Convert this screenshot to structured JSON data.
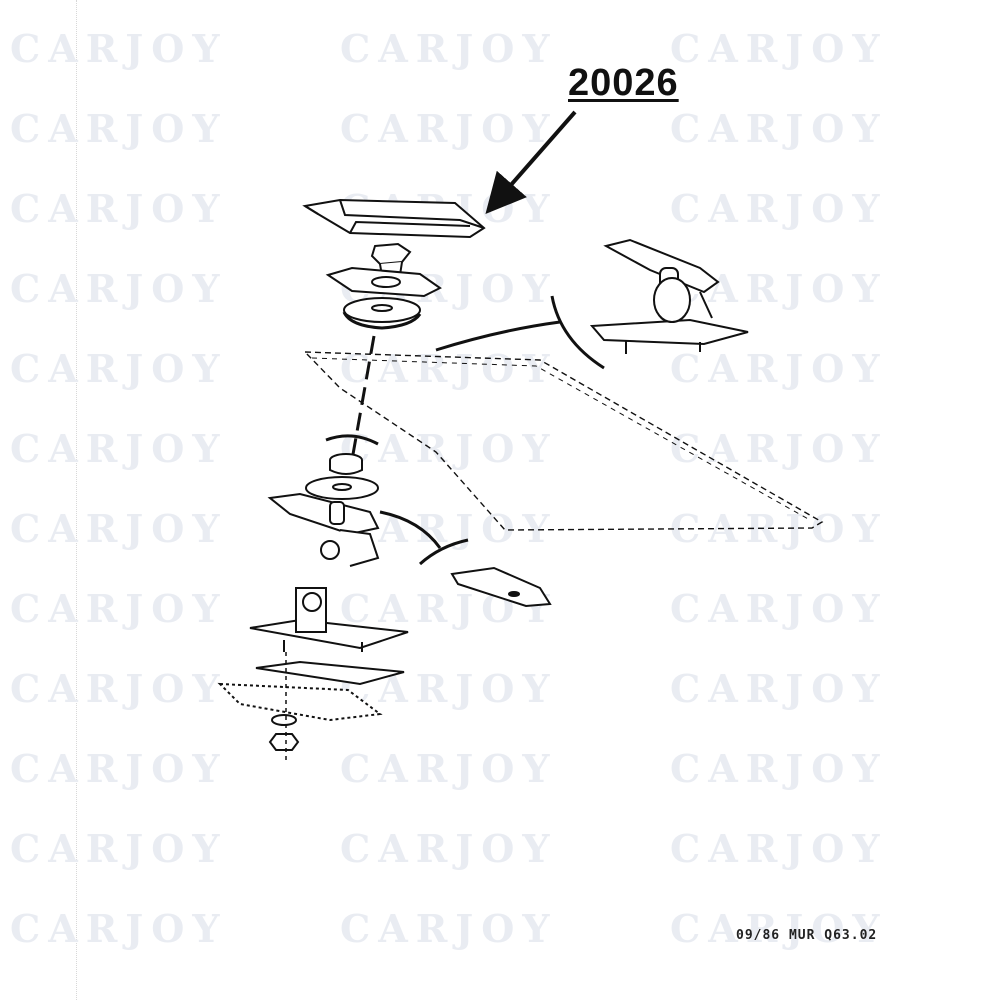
{
  "watermark": {
    "text": "CARJOY"
  },
  "callout": {
    "part_number": "20026"
  },
  "footer": {
    "reference": "09/86 MUR  Q63.02"
  },
  "colors": {
    "ink": "#111111",
    "watermark": "#e9ecf2",
    "background": "#ffffff"
  }
}
